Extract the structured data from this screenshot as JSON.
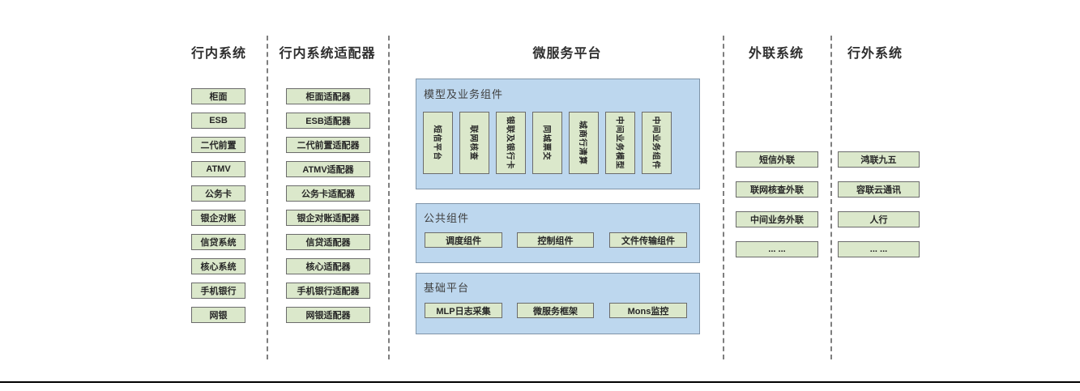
{
  "inbank": {
    "title": "行内系统",
    "items": [
      "柜面",
      "ESB",
      "二代前置",
      "ATMV",
      "公务卡",
      "银企对账",
      "信贷系统",
      "核心系统",
      "手机银行",
      "网银"
    ]
  },
  "adapters": {
    "title": "行内系统适配器",
    "items": [
      "柜面适配器",
      "ESB适配器",
      "二代前置适配器",
      "ATMV适配器",
      "公务卡适配器",
      "银企对账适配器",
      "信贷适配器",
      "核心适配器",
      "手机银行适配器",
      "网银适配器"
    ]
  },
  "micro": {
    "title": "微服务平台",
    "model": {
      "label": "模型及业务组件",
      "items": [
        "短信平台",
        "联网核查",
        "银联及银行卡",
        "同城票交",
        "城商行清算",
        "中间业务模型",
        "中间业务组件"
      ]
    },
    "common": {
      "label": "公共组件",
      "items": [
        "调度组件",
        "控制组件",
        "文件传输组件"
      ]
    },
    "base": {
      "label": "基础平台",
      "items": [
        "MLP日志采集",
        "微服务框架",
        "Mons监控"
      ]
    }
  },
  "external": {
    "title": "外联系统",
    "items": [
      "短信外联",
      "联网核查外联",
      "中间业务外联",
      "... ..."
    ]
  },
  "outside": {
    "title": "行外系统",
    "items": [
      "鸿联九五",
      "容联云通讯",
      "人行",
      "... ..."
    ]
  },
  "colors": {
    "node_fill": "#dbe8cb",
    "node_border": "#6b6b6b",
    "container_fill": "#bdd7ee",
    "container_border": "#7f94a8",
    "separator": "#7f7f7f",
    "text": "#262626"
  }
}
